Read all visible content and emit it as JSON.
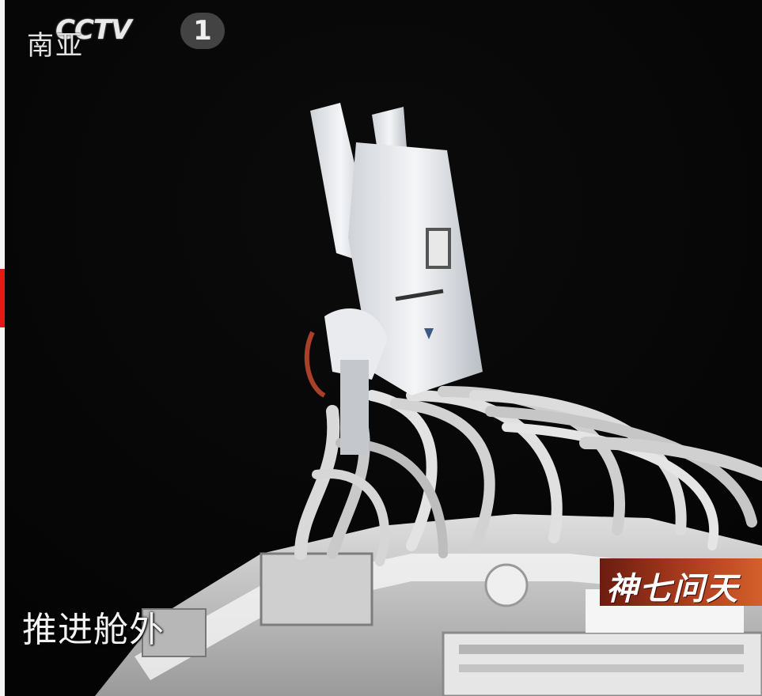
{
  "overlay": {
    "channel_logo": "CCTV",
    "channel_number": "1",
    "channel_subtitle": "南亚",
    "caption": "推进舱外",
    "program_banner": "神七问天"
  },
  "scene": {
    "description_icon": "astronaut-spacewalk-photo"
  }
}
